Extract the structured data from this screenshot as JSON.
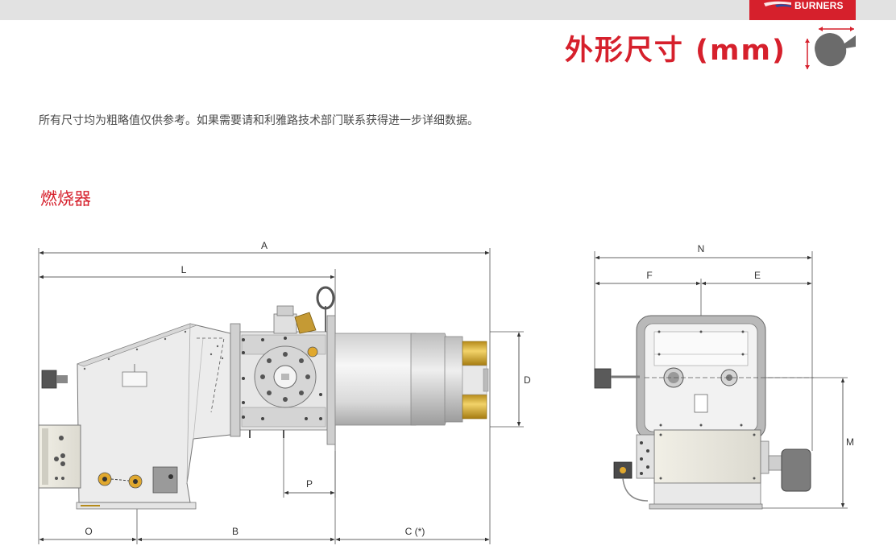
{
  "header": {
    "brand_text": "BURNERS",
    "page_title": "外形尺寸 (mm)",
    "brand_color": "#d6202c",
    "icon": "dimension-fan-icon"
  },
  "intro": "所有尺寸均为粗略值仅供参考。如果需要请和利雅路技术部门联系获得进一步详细数据。",
  "section": {
    "title": "燃烧器"
  },
  "side_view": {
    "labels": {
      "a": "A",
      "l": "L",
      "d": "D",
      "p": "P",
      "o": "O",
      "b": "B",
      "c": "C (*)"
    }
  },
  "front_view": {
    "labels": {
      "n": "N",
      "f": "F",
      "e": "E",
      "m": "M"
    }
  }
}
